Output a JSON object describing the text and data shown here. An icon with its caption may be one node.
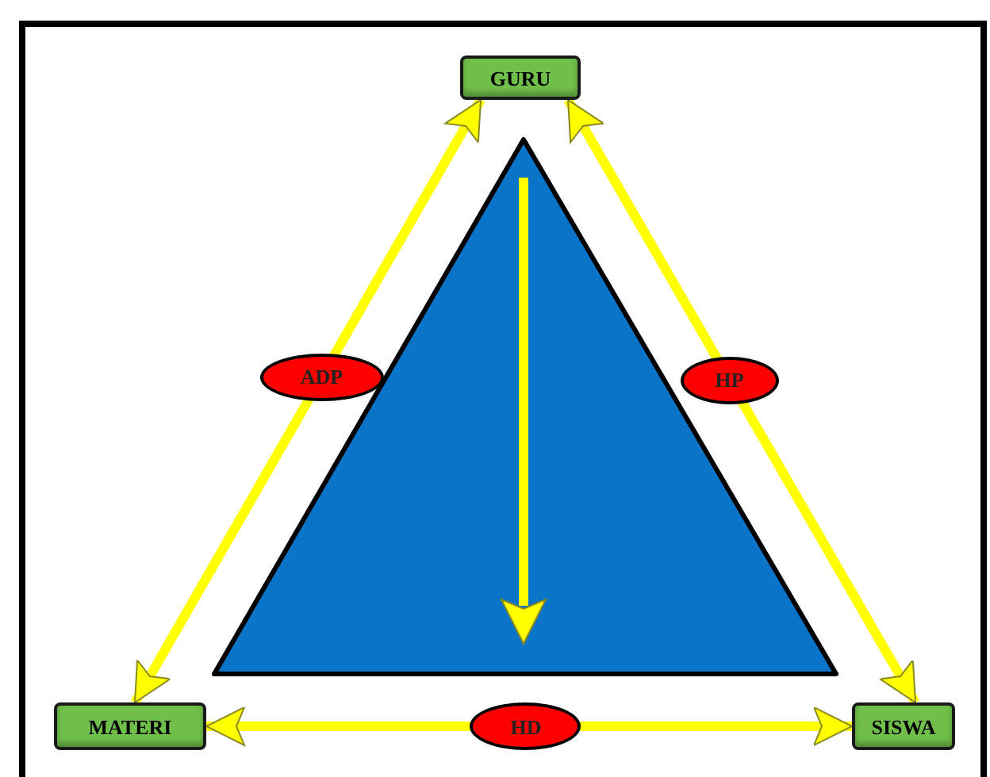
{
  "diagram": {
    "nodes": [
      {
        "text": [
          "GURU"
        ]
      },
      {
        "text": [
          "MATERI"
        ]
      },
      {
        "text": [
          "SISWA"
        ]
      }
    ],
    "edges": [
      {
        "from": 0,
        "to": 1,
        "arrow": "both",
        "label": "ADP"
      },
      {
        "from": 0,
        "to": 2,
        "arrow": "both",
        "label": "HP"
      },
      {
        "from": 1,
        "to": 2,
        "arrow": "both",
        "label": "HD"
      }
    ]
  }
}
